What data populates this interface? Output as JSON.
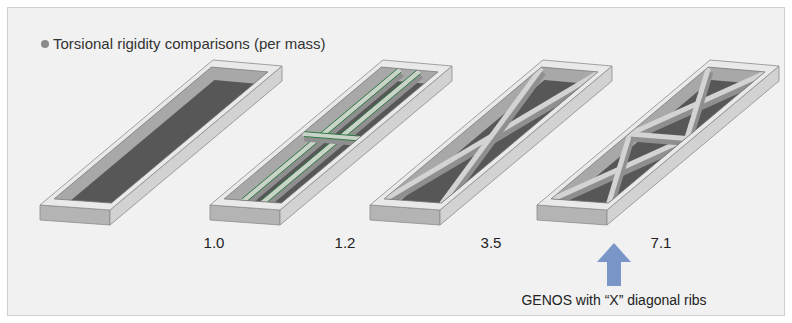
{
  "diagram": {
    "title": "Torsional rigidity comparisons (per mass)",
    "labels": [
      "1.0",
      "1.2",
      "3.5",
      "7.1",
      "GENOS with “X” diagonal ribs"
    ]
  }
}
